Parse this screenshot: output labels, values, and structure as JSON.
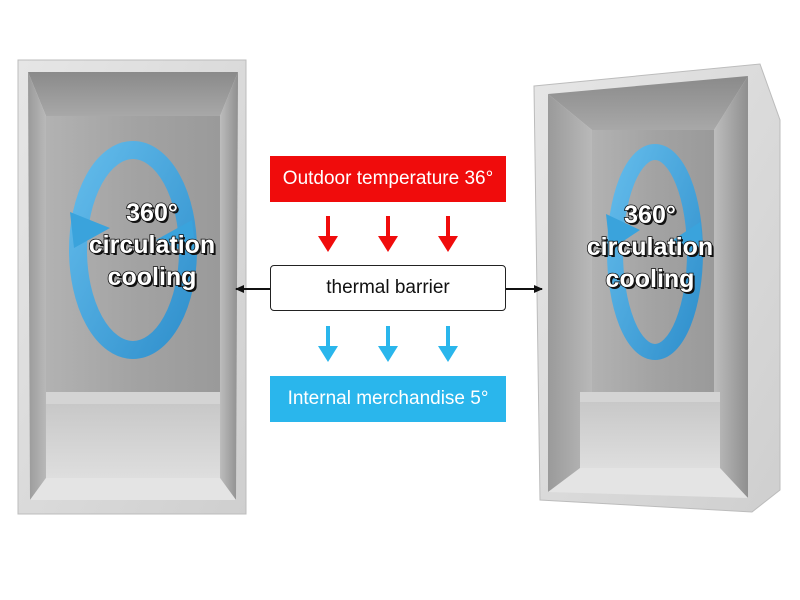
{
  "boxes": {
    "outdoor": "Outdoor temperature 36°",
    "barrier": "thermal barrier",
    "internal": "Internal merchandise 5°"
  },
  "left_cabinet": {
    "line1": "360°",
    "line2": "circulation",
    "line3": "cooling"
  },
  "right_cabinet": {
    "line1": "360°",
    "line2": "circulation",
    "line3": "cooling"
  },
  "colors": {
    "hot": "#f00c0c",
    "cold": "#2ab6ec",
    "circulation_arrow": "#3aa3dc",
    "cabinet_frame": "#d9d9d9",
    "cabinet_inner": "#a9a9a9"
  }
}
